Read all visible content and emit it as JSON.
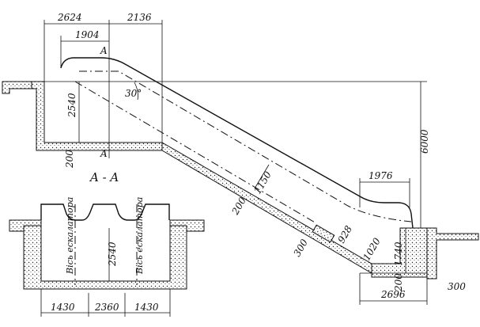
{
  "top_dimensions": {
    "left_span": "2624",
    "right_span": "2136",
    "inner_span": "1904"
  },
  "labels": {
    "section_mark_top": "A",
    "section_mark_bottom": "A",
    "angle": "30°",
    "section_title": "A - A"
  },
  "upper_pit": {
    "depth": "2540",
    "slab": "200"
  },
  "incline": {
    "truss_depth": "1150",
    "slab": "200",
    "bottom_slab": "300"
  },
  "total_rise": "6000",
  "lower_pit": {
    "top_span": "1976",
    "dim_a": "928",
    "dim_b": "1020",
    "depth": "1740",
    "slab": "200",
    "length": "2696",
    "wall": "300"
  },
  "section": {
    "left_label": "Вісь ескалатора",
    "right_label": "Вісь ескалатора",
    "depth": "2540",
    "widths": [
      "1430",
      "2360",
      "1430"
    ]
  }
}
